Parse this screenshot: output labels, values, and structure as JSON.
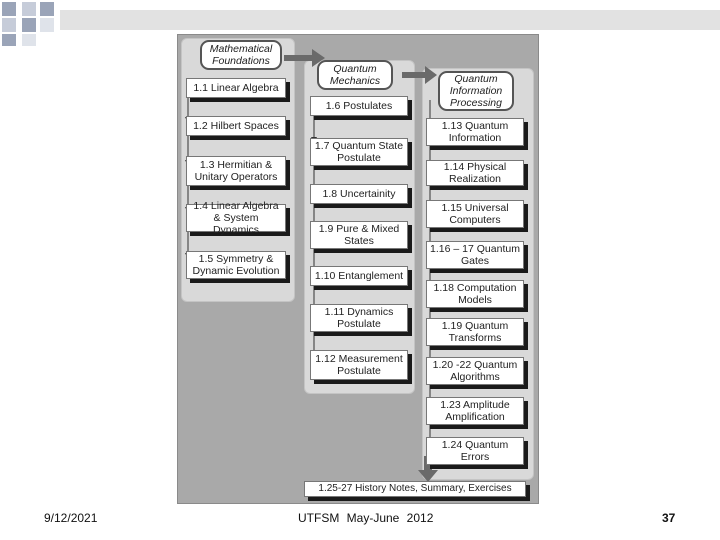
{
  "diagram": {
    "headers": {
      "math": "Mathematical Foundations",
      "qm": "Quantum Mechanics",
      "qip": "Quantum Information Processing"
    },
    "math_items": [
      "1.1 Linear Algebra",
      "1.2 Hilbert Spaces",
      "1.3 Hermitian & Unitary Operators",
      "1.4 Linear Algebra & System Dynamics",
      "1.5 Symmetry & Dynamic Evolution"
    ],
    "qm_items": [
      "1.6 Postulates",
      "1.7 Quantum State Postulate",
      "1.8 Uncertainity",
      "1.9 Pure & Mixed States",
      "1.10 Entanglement",
      "1.11 Dynamics Postulate",
      "1.12 Measurement Postulate"
    ],
    "qip_items": [
      "1.13 Quantum Information",
      "1.14 Physical Realization",
      "1.15 Universal Computers",
      "1.16 – 17 Quantum Gates",
      "1.18 Computation Models",
      "1.19 Quantum Transforms",
      "1.20 -22 Quantum Algorithms",
      "1.23 Amplitude Amplification",
      "1.24 Quantum Errors"
    ],
    "bottom": "1.25-27 History Notes, Summary, Exercises"
  },
  "footer": {
    "date": "9/12/2021",
    "center": "UTFSM May-June 2012",
    "page": "37"
  },
  "colors": {
    "panel": "#a9a9a9",
    "column": "#d9d9d9",
    "arrow": "#666666"
  }
}
